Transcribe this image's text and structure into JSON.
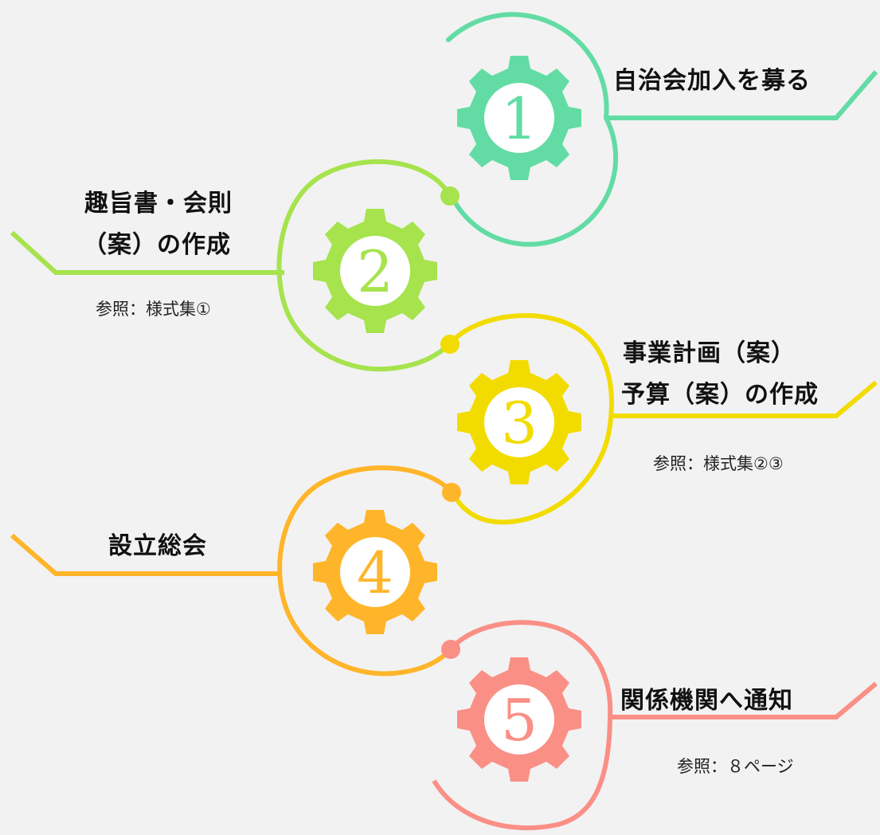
{
  "steps": [
    {
      "number": "1",
      "color": "#62dca4",
      "title": "自治会加入を募る",
      "ref": ""
    },
    {
      "number": "2",
      "color": "#a6e34d",
      "title_line1": "趣旨書・会則",
      "title_line2": "（案）の作成",
      "ref": "参照：様式集①"
    },
    {
      "number": "3",
      "color": "#f2dc00",
      "title_line1": "事業計画（案）",
      "title_line2": "予算（案）の作成",
      "ref": "参照：様式集②③"
    },
    {
      "number": "4",
      "color": "#ffb52a",
      "title": "設立総会",
      "ref": ""
    },
    {
      "number": "5",
      "color": "#fa8f86",
      "title": "関係機関へ通知",
      "ref": "参照：８ページ"
    }
  ],
  "icons": [
    "gear-icon"
  ]
}
